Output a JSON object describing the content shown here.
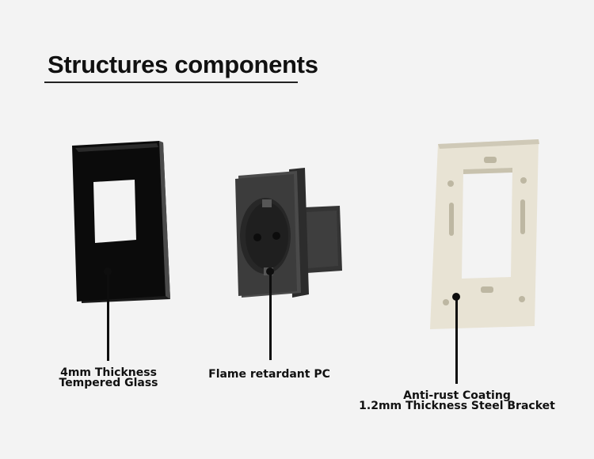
{
  "heading": "Structures components",
  "components": [
    {
      "caption_line1": "4mm Thickness",
      "caption_line2": "Tempered Glass"
    },
    {
      "caption_line1": "Flame retardant PC"
    },
    {
      "caption_line1": "Anti-rust Coating",
      "caption_line2": "1.2mm Thickness Steel Bracket"
    }
  ],
  "colors": {
    "background": "#f3f3f3",
    "glass": "#0b0b0b",
    "socket": "#3c3c3c",
    "bracket": "#ddd8c8",
    "pointer": "#0e0e0e"
  }
}
